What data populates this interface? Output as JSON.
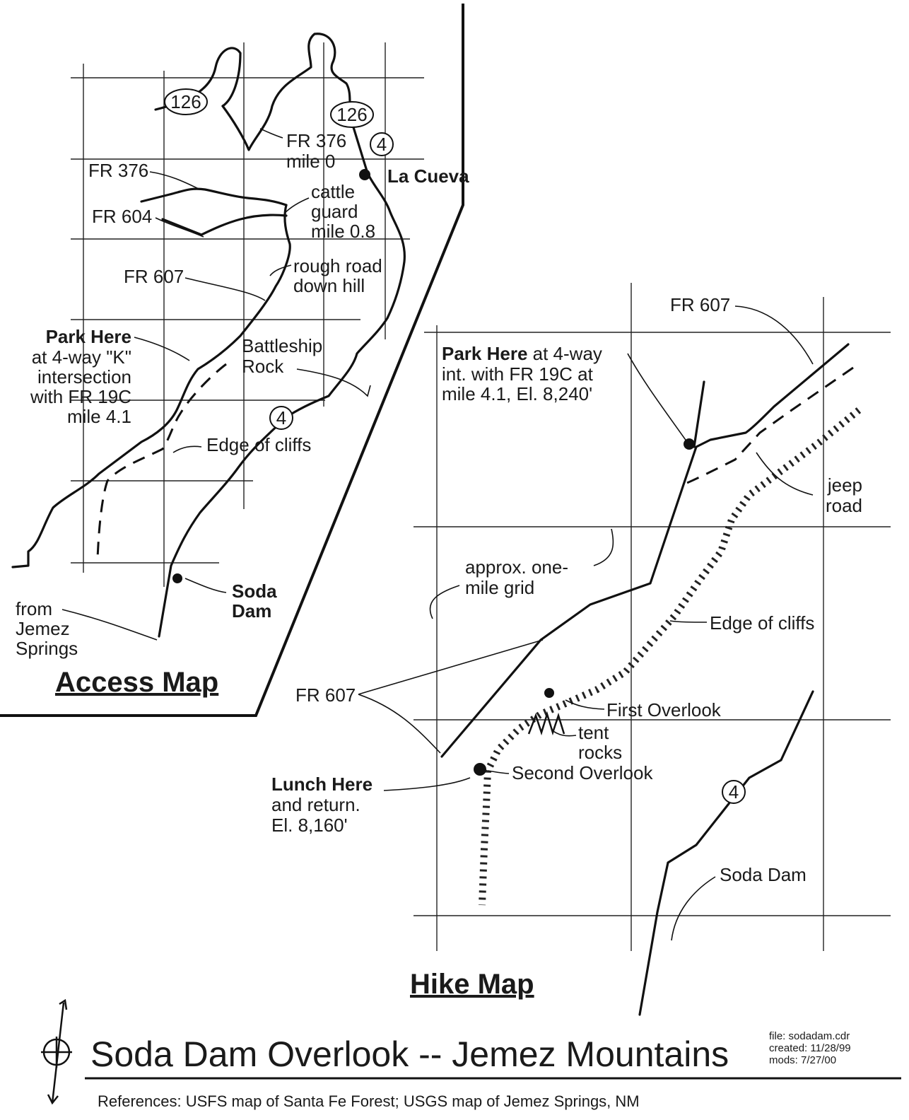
{
  "access_map": {
    "heading": "Access Map",
    "route_126_a": "126",
    "route_126_b": "126",
    "route_4_a": "4",
    "route_4_b": "4",
    "fr376_mile0_l1": "FR 376",
    "fr376_mile0_l2": "mile 0",
    "fr376": "FR 376",
    "la_cueva": "La Cueva",
    "cattle_l1": "cattle",
    "cattle_l2": "guard",
    "cattle_l3": "mile 0.8",
    "fr604": "FR 604",
    "fr607": "FR 607",
    "rough_l1": "rough road",
    "rough_l2": "down hill",
    "park_l1": "Park Here",
    "park_l2": "at 4-way \"K\"",
    "park_l3": "intersection",
    "park_l4": "with FR 19C",
    "park_l5": "mile 4.1",
    "battleship_l1": "Battleship",
    "battleship_l2": "Rock",
    "edge_cliffs": "Edge of cliffs",
    "soda_l1": "Soda",
    "soda_l2": "Dam",
    "from_l1": "from",
    "from_l2": "Jemez",
    "from_l3": "Springs"
  },
  "hike_map": {
    "heading": "Hike Map",
    "fr607_top": "FR 607",
    "park_bold": "Park Here",
    "park_rest": " at 4-way",
    "park_l2": "int. with FR 19C at",
    "park_l3": "mile 4.1, El. 8,240'",
    "jeep_l1": "jeep",
    "jeep_l2": "road",
    "grid_l1": "approx. one-",
    "grid_l2": "mile grid",
    "edge_cliffs": "Edge of cliffs",
    "fr607_bottom": "FR 607",
    "first_overlook": "First Overlook",
    "tent_l1": "tent",
    "tent_l2": "rocks",
    "second_overlook": "Second Overlook",
    "lunch_l1": "Lunch Here",
    "lunch_l2": "and return.",
    "lunch_l3": "El. 8,160'",
    "route_4": "4",
    "soda_dam": "Soda Dam"
  },
  "footer": {
    "title": "Soda Dam Overlook -- Jemez Mountains",
    "file": "file: sodadam.cdr",
    "created": "created: 11/28/99",
    "mods": "mods: 7/27/00",
    "references": "References: USFS map of Santa Fe Forest; USGS map of Jemez Springs, NM"
  }
}
